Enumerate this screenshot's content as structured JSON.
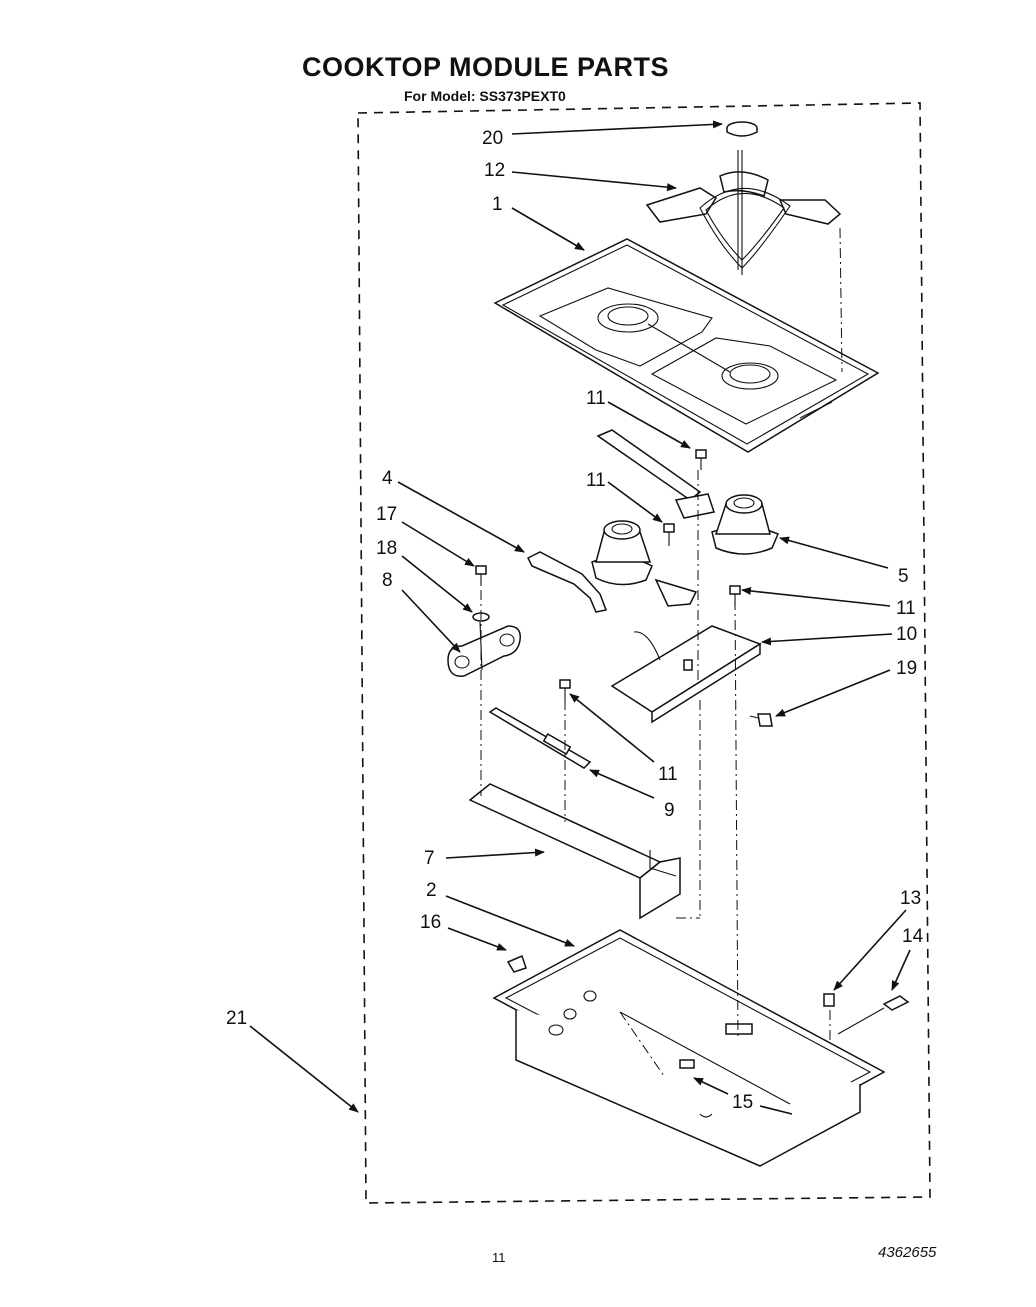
{
  "title": "COOKTOP MODULE PARTS",
  "subtitle": "For Model: SS373PEXT0",
  "footer": {
    "page": "11",
    "doc_number": "4362655"
  },
  "callouts": {
    "c20": "20",
    "c12": "12",
    "c1": "1",
    "c11a": "11",
    "c11b": "11",
    "c4": "4",
    "c17": "17",
    "c18": "18",
    "c8": "8",
    "c5": "5",
    "c11c": "11",
    "c10": "10",
    "c19": "19",
    "c11d": "11",
    "c9": "9",
    "c7": "7",
    "c2": "2",
    "c16": "16",
    "c13": "13",
    "c14": "14",
    "c21": "21",
    "c15": "15"
  }
}
